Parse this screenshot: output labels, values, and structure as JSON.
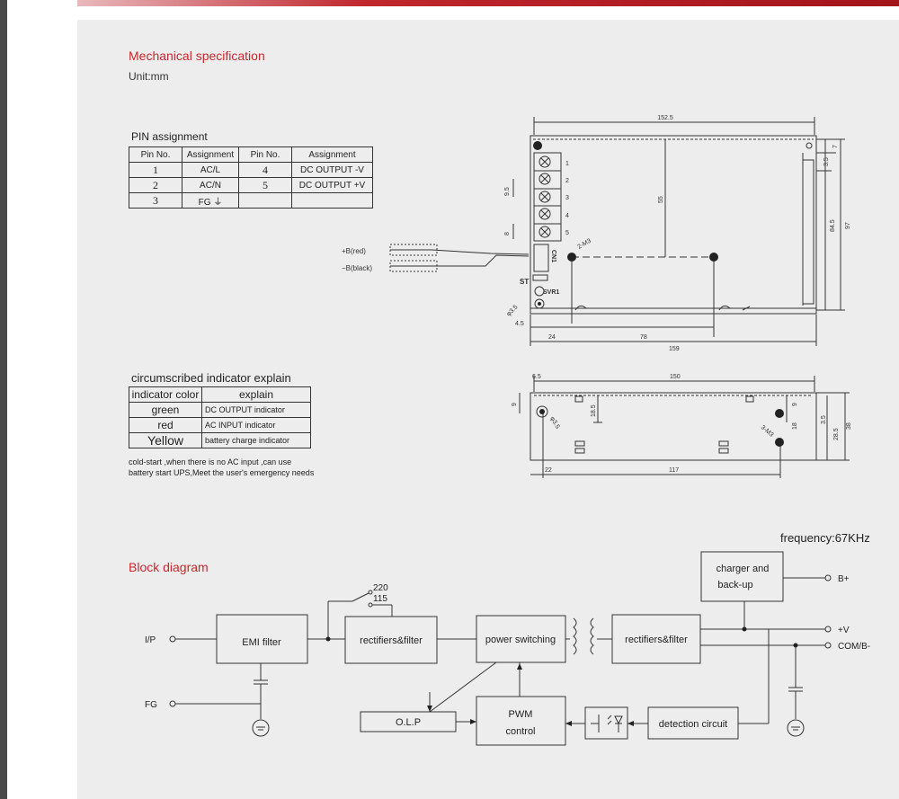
{
  "mechanical": {
    "title": "Mechanical specification",
    "unit": "Unit:mm"
  },
  "pin_table": {
    "title": "PIN assignment",
    "headers": [
      "Pin No.",
      "Assignment",
      "Pin No.",
      "Assignment"
    ],
    "rows": [
      [
        "1",
        "AC/L",
        "4",
        "DC OUTPUT -V"
      ],
      [
        "2",
        "AC/N",
        "5",
        "DC OUTPUT +V"
      ],
      [
        "3",
        "FG ⏚",
        "",
        ""
      ]
    ]
  },
  "indicator_table": {
    "title": "circumscribed indicator explain",
    "headers": [
      "indicator color",
      "explain"
    ],
    "rows": [
      [
        "green",
        "DC OUTPUT indicator"
      ],
      [
        "red",
        "AC INPUT  indicator"
      ],
      [
        "Yellow",
        "battery charge  indicator"
      ]
    ]
  },
  "note": {
    "line1": "cold-start ,when there is no AC input ,can use",
    "line2": "battery start UPS,Meet the user's emergency needs"
  },
  "top_view": {
    "dims": {
      "width_top": "152.5",
      "height_inner": "55",
      "side_7": "7",
      "side_35": "3.5",
      "side_845": "84.5",
      "side_97": "97",
      "pitch_95": "9.5",
      "pitch_8": "8",
      "hole_35": "φ3.5",
      "d45": "4.5",
      "d24": "24",
      "d78": "78",
      "d159": "159",
      "m3": "2-M3"
    },
    "terminals": [
      "1",
      "2",
      "3",
      "4",
      "5"
    ],
    "labels": {
      "cn1": "CN1",
      "st": "ST",
      "svr1": "SVR1",
      "b_red": "+B(red)",
      "b_black": "−B(black)"
    }
  },
  "side_view": {
    "dims": {
      "d65": "6.5",
      "d150": "150",
      "d9": "9",
      "d185": "18.5",
      "d9b": "9",
      "d18": "18",
      "d35": "3.5",
      "d285": "28.5",
      "d38": "38",
      "d22": "22",
      "d117": "117",
      "hole_35": "φ3.5",
      "m3": "3-M3"
    }
  },
  "block": {
    "title": "Block diagram",
    "frequency": "frequency:67KHz",
    "ip": "I/P",
    "fg": "FG",
    "emi": "EMI filter",
    "rect1": "rectifiers&filter",
    "v220": "220",
    "v115": "115",
    "power_switching": "power switching",
    "rect2": "rectifiers&filter",
    "charger_line1": "charger and",
    "charger_line2": "back-up",
    "bplus": "B+",
    "plusv": "+V",
    "com": "COM/B-",
    "olp": "O.L.P",
    "pwm_line1": "PWM",
    "pwm_line2": "control",
    "detection": "detection circuit"
  }
}
